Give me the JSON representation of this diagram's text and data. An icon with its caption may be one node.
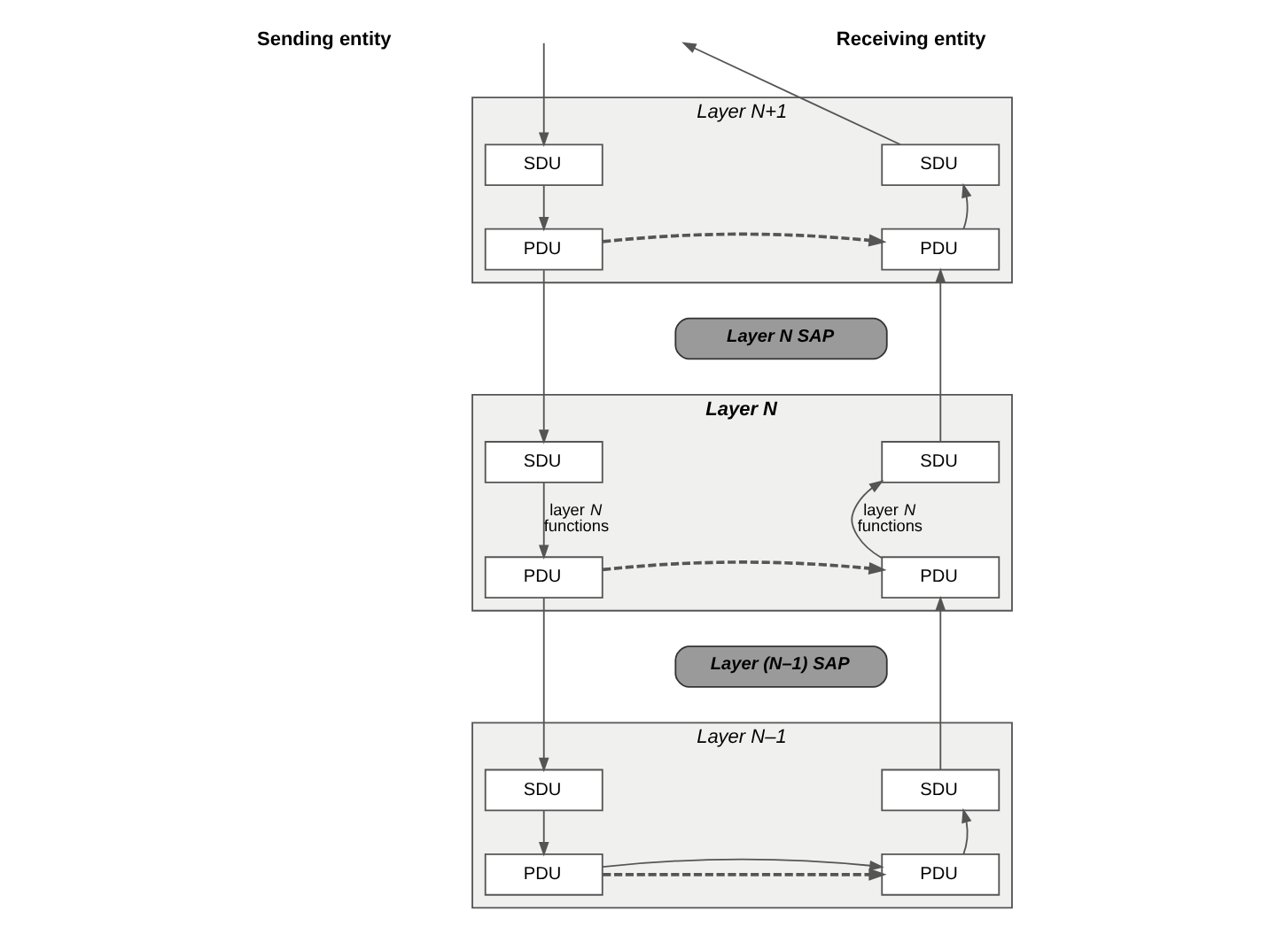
{
  "diagram": {
    "nodes": [
      {
        "text": [
          "Layer N+1"
        ]
      },
      {
        "text": [
          "SDU"
        ],
        "in": 0
      },
      {
        "text": [
          "SDU"
        ],
        "in": 0
      },
      {
        "text": [
          "PDU"
        ],
        "in": 0
      },
      {
        "text": [
          "PDU"
        ],
        "in": 0
      },
      {
        "text": [
          "Layer N SAP"
        ]
      },
      {
        "text": [
          "Layer N"
        ]
      },
      {
        "text": [
          "SDU"
        ],
        "in": 6
      },
      {
        "text": [
          "SDU"
        ],
        "in": 6
      },
      {
        "text": [
          "PDU"
        ],
        "in": 6
      },
      {
        "text": [
          "PDU"
        ],
        "in": 6
      },
      {
        "text": [
          "Layer (N–1) SAP"
        ]
      },
      {
        "text": [
          "Layer N–1"
        ]
      },
      {
        "text": [
          "SDU"
        ],
        "in": 12
      },
      {
        "text": [
          "SDU"
        ],
        "in": 12
      },
      {
        "text": [
          "PDU"
        ],
        "in": 12
      },
      {
        "text": [
          "PDU"
        ],
        "in": 12
      }
    ],
    "edges": [
      {
        "from": null,
        "to": 1,
        "arrow": "to"
      },
      {
        "from": 1,
        "to": 3,
        "arrow": "to"
      },
      {
        "from": 3,
        "to": 4,
        "arrow": "to",
        "style": "dashed"
      },
      {
        "from": 3,
        "to": 7,
        "arrow": "to"
      },
      {
        "from": 7,
        "to": 9,
        "arrow": "to",
        "label": "layer *N* functions"
      },
      {
        "from": 9,
        "to": 10,
        "arrow": "to",
        "style": "dashed"
      },
      {
        "from": 9,
        "to": 13,
        "arrow": "to"
      },
      {
        "from": 13,
        "to": 15,
        "arrow": "to"
      },
      {
        "from": 15,
        "to": 16,
        "arrow": "to",
        "style": "dashed"
      },
      {
        "from": 15,
        "to": 16,
        "arrow": "to"
      },
      {
        "from": 16,
        "to": 14,
        "arrow": "to"
      },
      {
        "from": 14,
        "to": 10,
        "arrow": "to"
      },
      {
        "from": 10,
        "to": 8,
        "arrow": "to",
        "label": "layer *N* functions"
      },
      {
        "from": 8,
        "to": 4,
        "arrow": "to"
      },
      {
        "from": 4,
        "to": 2,
        "arrow": "to"
      },
      {
        "from": 2,
        "to": null,
        "arrow": "to"
      }
    ],
    "labels": [
      "Sending entity",
      "Receiving entity"
    ]
  }
}
